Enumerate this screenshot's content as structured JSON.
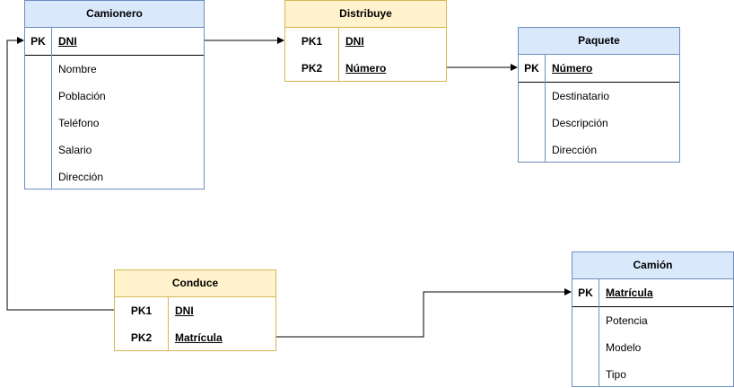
{
  "colors": {
    "entity_fill": "#dae8fc",
    "entity_stroke": "#6c8ebf",
    "relation_fill": "#fff2cc",
    "relation_stroke": "#d6b656",
    "edge": "#000000"
  },
  "camionero": {
    "title": "Camionero",
    "pk_label": "PK",
    "pk_field": "DNI",
    "fields": [
      "Nombre",
      "Población",
      "Teléfono",
      "Salario",
      "Dirección"
    ]
  },
  "distribuye": {
    "title": "Distribuye",
    "keys": [
      {
        "label": "PK1",
        "field": "DNI"
      },
      {
        "label": "PK2",
        "field": "Número"
      }
    ]
  },
  "paquete": {
    "title": "Paquete",
    "pk_label": "PK",
    "pk_field": "Número",
    "fields": [
      "Destinatario",
      "Descripción",
      "Dirección"
    ]
  },
  "conduce": {
    "title": "Conduce",
    "keys": [
      {
        "label": "PK1",
        "field": "DNI"
      },
      {
        "label": "PK2",
        "field": "Matrícula"
      }
    ]
  },
  "camion": {
    "title": "Camión",
    "pk_label": "PK",
    "pk_field": "Matrícula",
    "fields": [
      "Potencia",
      "Modelo",
      "Tipo"
    ]
  }
}
